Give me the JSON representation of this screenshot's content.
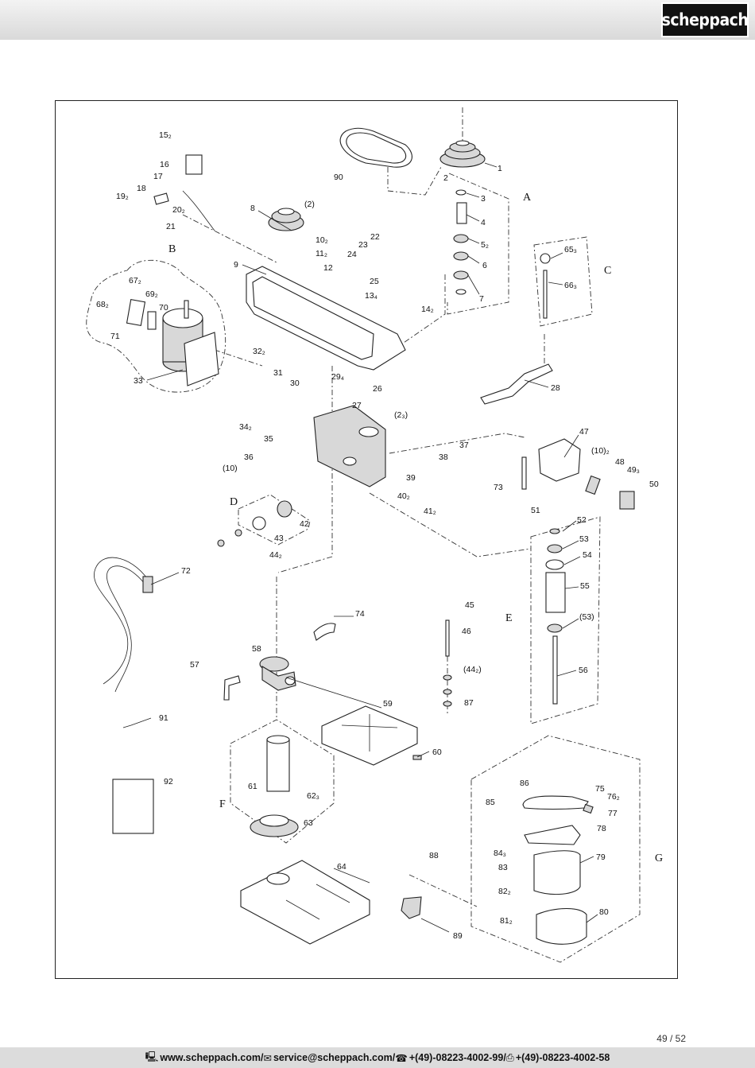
{
  "brand": {
    "logo_text": "scheppach"
  },
  "page": {
    "number": "49 / 52"
  },
  "footer": {
    "website": "www.scheppach.com",
    "email": "service@scheppach.com",
    "phone": "+(49)-08223-4002-99",
    "fax": "+(49)-08223-4002-58",
    "separator": " / "
  },
  "diagram": {
    "groups": [
      "A",
      "B",
      "C",
      "D",
      "E",
      "F",
      "G"
    ],
    "labels": {
      "p1": "1",
      "p2": "2",
      "p3": "3",
      "p4": "4",
      "p5": "5₂",
      "p6": "6",
      "p7": "7",
      "p8": "8",
      "p8b": "(2)",
      "p9": "9",
      "p10": "10₂",
      "p11": "11₂",
      "p12": "12",
      "p13": "13₄",
      "p14": "14₂",
      "p15": "15₂",
      "p16": "16",
      "p17": "17",
      "p18": "18",
      "p19": "19₂",
      "p20": "20₂",
      "p21": "21",
      "p22": "22",
      "p23": "23",
      "p24": "24",
      "p25": "25",
      "p26": "26",
      "p26b": "(2₃)",
      "p27": "27",
      "p28": "28",
      "p29": "29₄",
      "p30": "30",
      "p31": "31",
      "p32": "32₂",
      "p33": "33",
      "p34": "34₂",
      "p35": "35",
      "p36": "36",
      "p36b": "(10)",
      "p37": "37",
      "p38": "38",
      "p39": "39",
      "p40": "40₂",
      "p41": "41₂",
      "p42": "42",
      "p43": "43",
      "p44": "44₂",
      "p45": "45",
      "p46": "46",
      "p46b": "(44₂)",
      "p47": "47",
      "p47b": "(10)₂",
      "p48": "48",
      "p49": "49₃",
      "p50": "50",
      "p51": "51",
      "p52": "52",
      "p53": "53",
      "p53b": "(53)",
      "p54": "54",
      "p55": "55",
      "p56": "56",
      "p57": "57",
      "p58": "58",
      "p59": "59",
      "p60": "60",
      "p61": "61",
      "p62": "62₃",
      "p63": "63",
      "p64": "64",
      "p65": "65₃",
      "p66": "66₃",
      "p67": "67₂",
      "p68": "68₂",
      "p69": "69₂",
      "p70": "70",
      "p71": "71",
      "p72": "72",
      "p73": "73",
      "p74": "74",
      "p75": "75",
      "p76": "76₂",
      "p77": "77",
      "p78": "78",
      "p79": "79",
      "p80": "80",
      "p81": "81₂",
      "p82": "82₂",
      "p83": "83",
      "p84": "84₃",
      "p85": "85",
      "p86": "86",
      "p87": "87",
      "p88": "88",
      "p89": "89",
      "p90": "90",
      "p91": "91",
      "p92": "92"
    }
  }
}
